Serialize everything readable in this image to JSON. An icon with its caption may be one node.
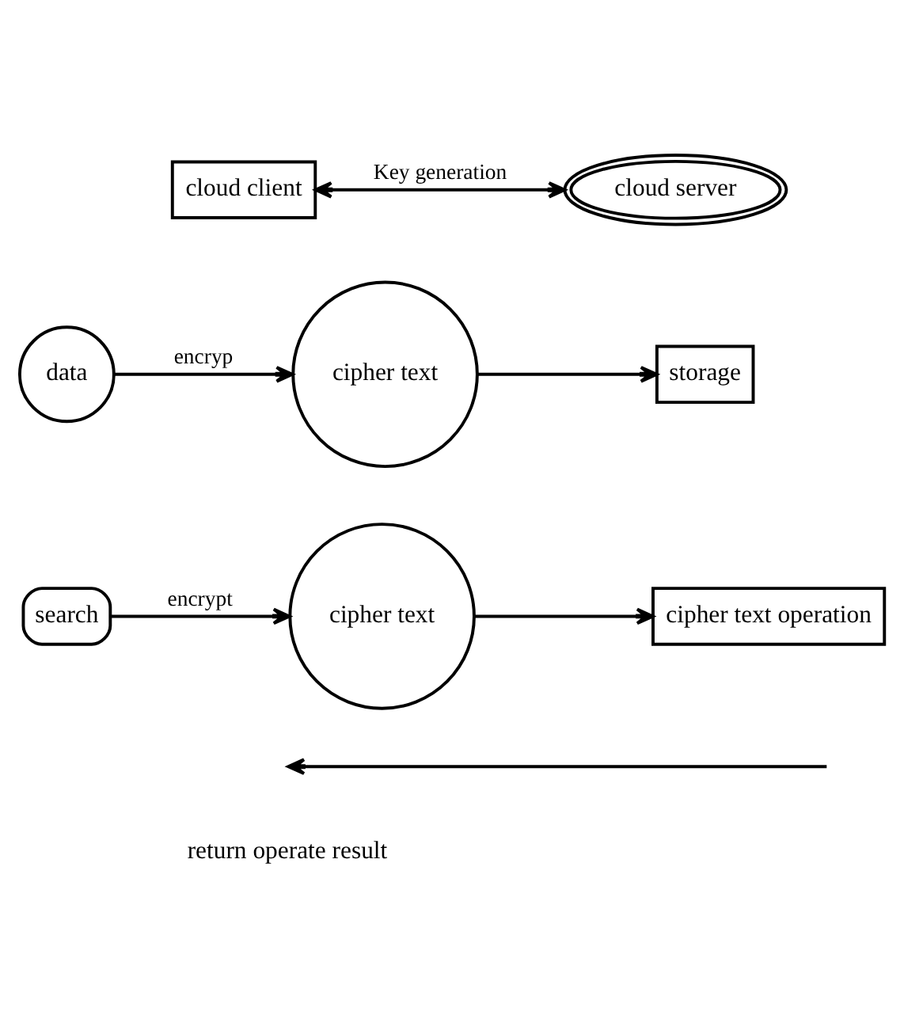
{
  "diagram": {
    "nodes": [
      {
        "text": [
          "cloud client"
        ]
      },
      {
        "text": [
          "cloud server"
        ]
      },
      {
        "text": [
          "data"
        ]
      },
      {
        "text": [
          "cipher text"
        ]
      },
      {
        "text": [
          "storage"
        ]
      },
      {
        "text": [
          "search"
        ]
      },
      {
        "text": [
          "cipher text"
        ]
      },
      {
        "text": [
          "cipher text operation"
        ]
      }
    ],
    "edges": [
      {
        "from": 0,
        "to": 1,
        "arrow": "both",
        "label": "Key generation"
      },
      {
        "from": 2,
        "to": 3,
        "arrow": "to",
        "label": "encryp"
      },
      {
        "from": 3,
        "to": 4,
        "arrow": "to"
      },
      {
        "from": 5,
        "to": 6,
        "arrow": "to",
        "label": "encrypt"
      },
      {
        "from": 6,
        "to": 7,
        "arrow": "to"
      }
    ],
    "labels": [
      "return operate result"
    ]
  }
}
